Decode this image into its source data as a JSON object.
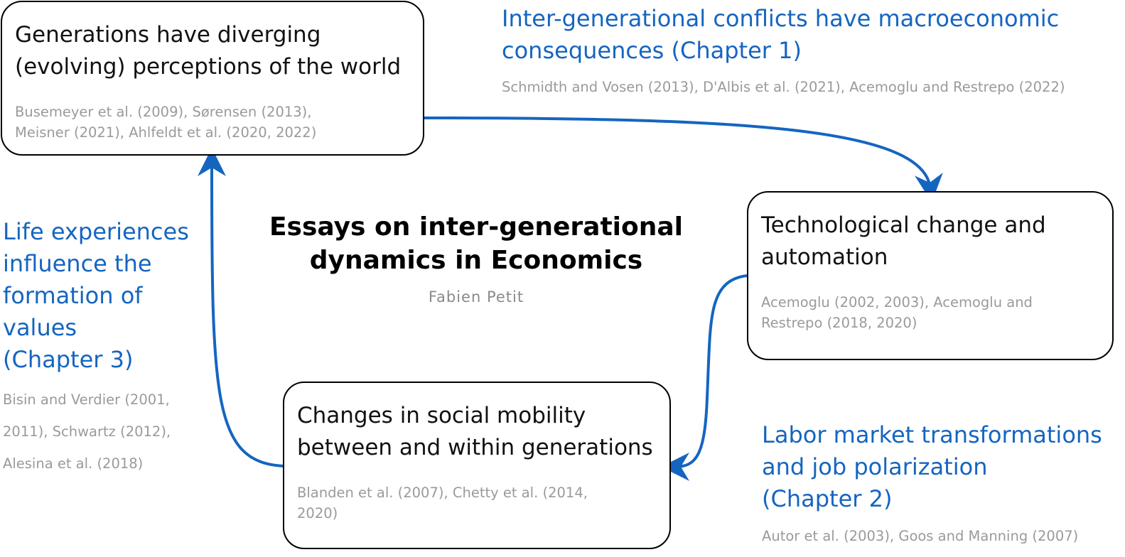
{
  "title": "Essays on inter-generational\ndynamics in Economics",
  "author": "Fabien Petit",
  "boxes": {
    "perceptions": {
      "text": "Generations have diverging\n(evolving) perceptions of the world",
      "refs": "Busemeyer et al. (2009), Sørensen  (2013),\nMeisner (2021), Ahlfeldt et al. (2020, 2022)"
    },
    "technology": {
      "text": "Technological change and\nautomation",
      "refs": "Acemoglu (2002, 2003), Acemoglu and\nRestrepo (2018, 2020)"
    },
    "mobility": {
      "text": "Changes in social mobility\nbetween and within generations",
      "refs": "Blanden et al. (2007), Chetty et al. (2014,\n2020)"
    }
  },
  "labels": {
    "chapter1": {
      "text": "Inter-generational conflicts have macroeconomic\nconsequences (Chapter 1)",
      "refs": "Schmidth and Vosen (2013), D'Albis et al. (2021), Acemoglu and Restrepo (2022)"
    },
    "chapter2": {
      "text": "Labor market transformations\nand job polarization\n(Chapter 2)",
      "refs": "Autor et al. (2003), Goos and Manning (2007)"
    },
    "chapter3": {
      "text": "Life experiences\ninfluence the\nformation of\nvalues\n(Chapter 3)",
      "refs": "Bisin and Verdier (2001,\n2011), Schwartz (2012),\nAlesina et al. (2018)"
    }
  },
  "colors": {
    "accent": "#1565c0",
    "refs": "#9a9a9a",
    "border": "#000000"
  }
}
